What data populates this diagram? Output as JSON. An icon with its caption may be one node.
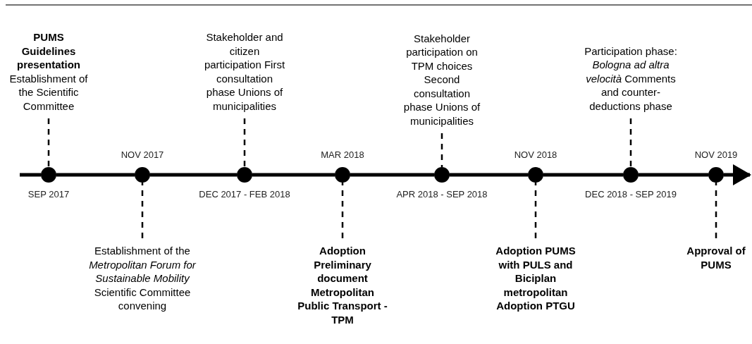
{
  "diagram": {
    "nodes": [
      {
        "text": [],
        "shape": "circle",
        "beside": [
          "SEP 2017"
        ]
      },
      {
        "text": [],
        "shape": "circle",
        "beside": [
          "NOV 2017"
        ]
      },
      {
        "text": [],
        "shape": "circle",
        "beside": [
          "DEC 2017 - FEB 2018"
        ]
      },
      {
        "text": [],
        "shape": "circle",
        "beside": [
          "MAR 2018"
        ]
      },
      {
        "text": [],
        "shape": "circle",
        "beside": [
          "APR 2018 - SEP 2018"
        ]
      },
      {
        "text": [],
        "shape": "circle",
        "beside": [
          "NOV 2018"
        ]
      },
      {
        "text": [],
        "shape": "circle",
        "beside": [
          "DEC 2018 - SEP 2019"
        ]
      },
      {
        "text": [],
        "shape": "circle",
        "beside": [
          "NOV 2019"
        ]
      },
      {
        "text": [
          "**PUMS Guidelines presentation** Establishment of the Scientific Committee"
        ]
      },
      {
        "text": [
          "Establishment of the *Metropolitan Forum for Sustainable Mobility* Scientific Committee convening"
        ]
      },
      {
        "text": [
          "Stakeholder and citizen participation First consultation phase Unions of municipalities"
        ]
      },
      {
        "text": [
          "Adoption Preliminary document Metropolitan Public Transport - TPM"
        ]
      },
      {
        "text": [
          "Stakeholder participation on TPM choices Second consultation phase Unions of municipalities"
        ]
      },
      {
        "text": [
          "Adoption PUMS with PULS and Biciplan metropolitan Adoption PTGU"
        ]
      },
      {
        "text": [
          "Participation phase: *Bologna ad altra velocità* Comments and counter-deductions phase"
        ]
      },
      {
        "text": [
          "Approval of PUMS"
        ]
      }
    ],
    "edges": [
      {
        "from": null,
        "to": 0,
        "arrow": "none"
      },
      {
        "from": 0,
        "to": 1,
        "arrow": "none"
      },
      {
        "from": 1,
        "to": 2,
        "arrow": "none"
      },
      {
        "from": 2,
        "to": 3,
        "arrow": "none"
      },
      {
        "from": 3,
        "to": 4,
        "arrow": "none"
      },
      {
        "from": 4,
        "to": 5,
        "arrow": "none"
      },
      {
        "from": 5,
        "to": 6,
        "arrow": "none"
      },
      {
        "from": 6,
        "to": 7,
        "arrow": "none"
      },
      {
        "from": 7,
        "to": null,
        "arrow": "to"
      },
      {
        "from": 8,
        "to": 0,
        "arrow": "none",
        "style": "dashed"
      },
      {
        "from": 9,
        "to": 1,
        "arrow": "none",
        "style": "dashed"
      },
      {
        "from": 10,
        "to": 2,
        "arrow": "none",
        "style": "dashed"
      },
      {
        "from": 11,
        "to": 3,
        "arrow": "none",
        "style": "dashed"
      },
      {
        "from": 12,
        "to": 4,
        "arrow": "none",
        "style": "dashed"
      },
      {
        "from": 13,
        "to": 5,
        "arrow": "none",
        "style": "dashed"
      },
      {
        "from": 14,
        "to": 6,
        "arrow": "none",
        "style": "dashed"
      },
      {
        "from": 15,
        "to": 7,
        "arrow": "none",
        "style": "dashed"
      }
    ]
  }
}
